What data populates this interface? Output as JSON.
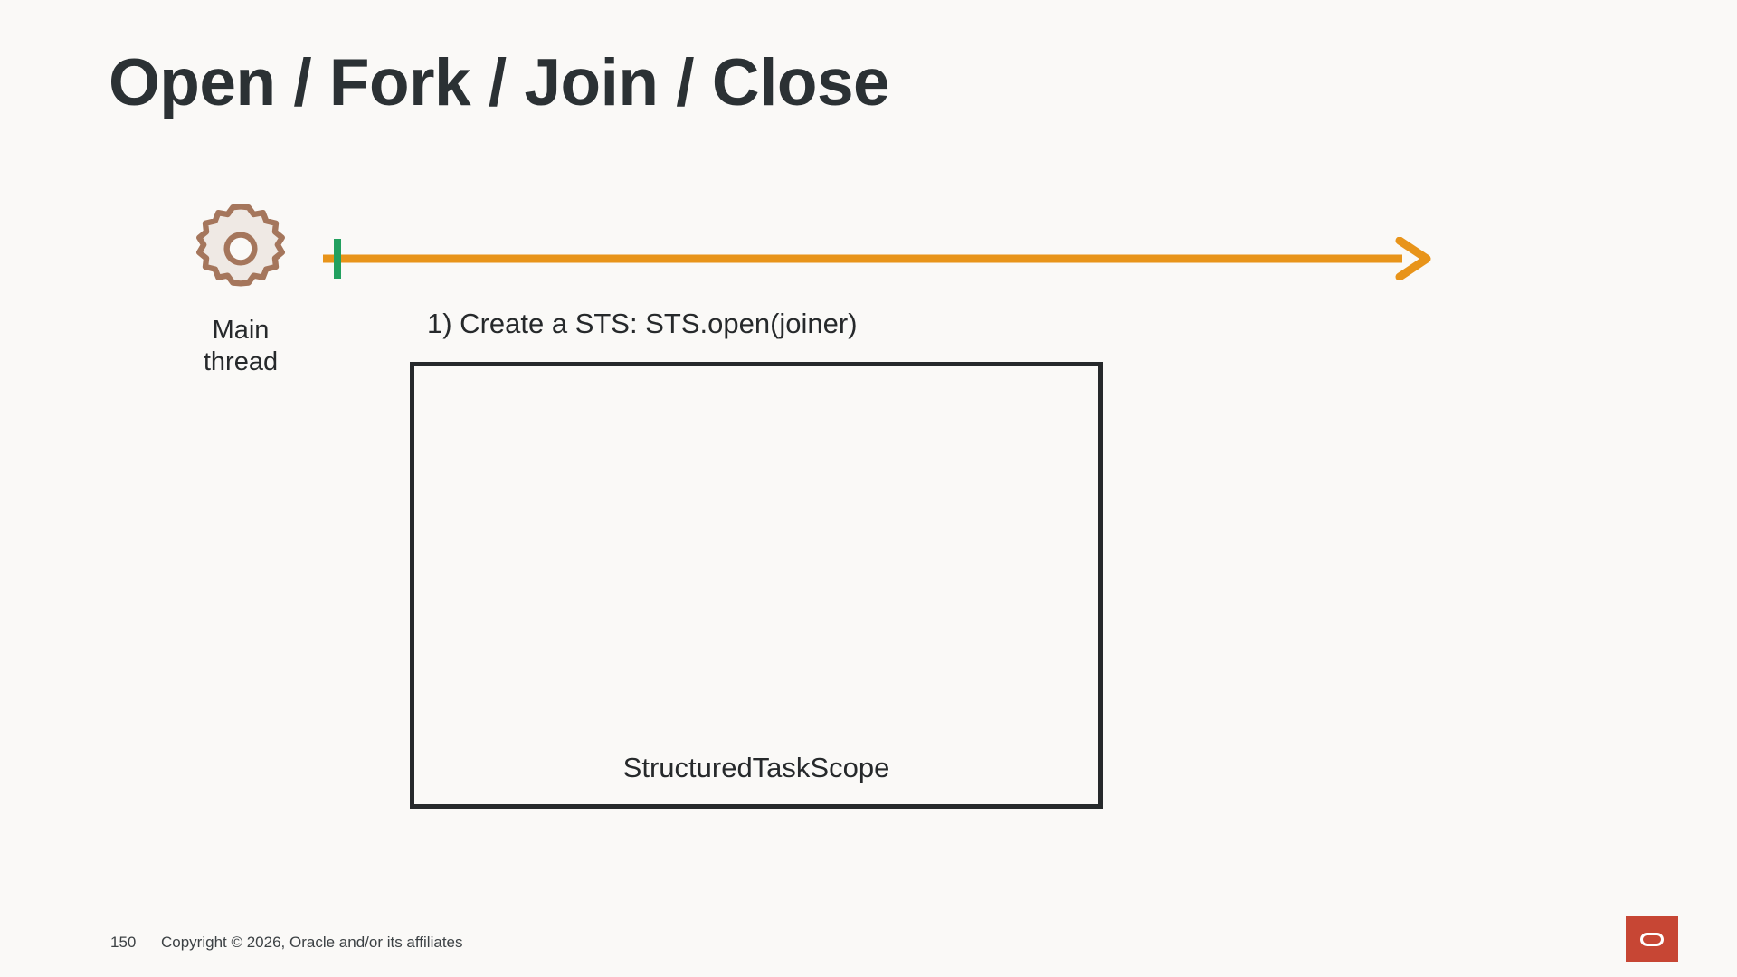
{
  "slide": {
    "title": "Open / Fork / Join / Close",
    "background_color": "#faf9f7",
    "title_color": "#2b3134"
  },
  "actor": {
    "icon_name": "gear-icon",
    "icon_stroke_color": "#a5765c",
    "icon_fill_color": "#efe9e4",
    "label": "Main\nthread"
  },
  "timeline": {
    "line_color": "#e8941a",
    "arrow_name": "timeline-arrow-right",
    "marker_color": "#22a05f",
    "marker_name": "open-event-marker"
  },
  "steps": [
    {
      "number": "1)",
      "text": "1) Create a STS: STS.open(joiner)"
    }
  ],
  "scope_box": {
    "label": "StructuredTaskScope",
    "border_color": "#26292b"
  },
  "footer": {
    "page_number": "150",
    "copyright": "Copyright © 2026, Oracle and/or its affiliates"
  },
  "logo": {
    "name": "oracle-logo",
    "background_color": "#c74634",
    "mark_color": "#ffffff"
  }
}
